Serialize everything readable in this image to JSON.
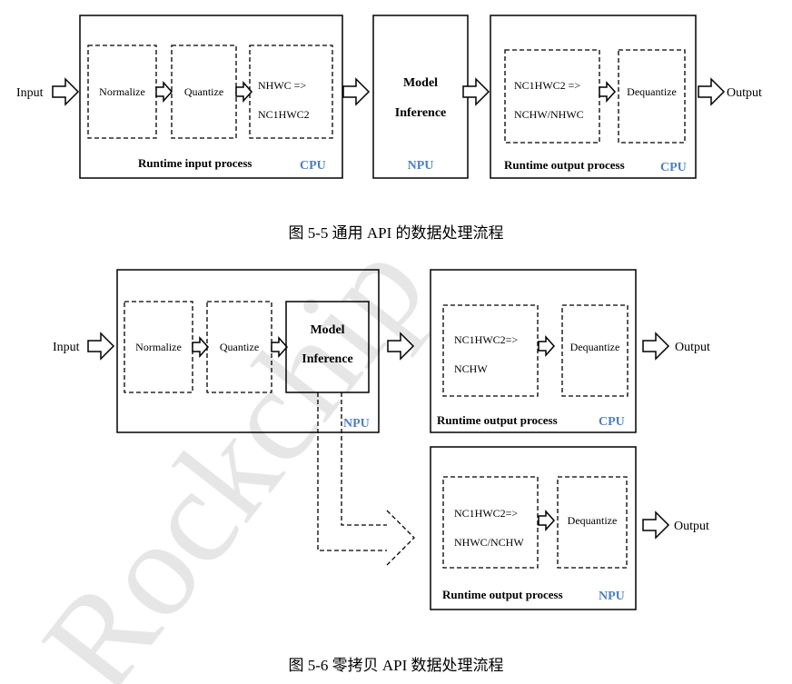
{
  "watermark": "Rockchip",
  "fig1": {
    "input_label": "Input",
    "output_label": "Output",
    "normalize": "Normalize",
    "quantize": "Quantize",
    "convert_line1": "NHWC =>",
    "convert_line2": "NC1HWC2",
    "model_line1": "Model",
    "model_line2": "Inference",
    "npu_label": "NPU",
    "input_process_label": "Runtime input process",
    "input_process_cpu": "CPU",
    "out_convert_line1": "NC1HWC2 =>",
    "out_convert_line2": "NCHW/NHWC",
    "dequantize": "Dequantize",
    "output_process_label": "Runtime output process",
    "output_process_cpu": "CPU",
    "caption": "图 5-5 通用 API 的数据处理流程"
  },
  "fig2": {
    "input_label": "Input",
    "normalize": "Normalize",
    "quantize": "Quantize",
    "model_line1": "Model",
    "model_line2": "Inference",
    "npu_label": "NPU",
    "top_convert_line1": "NC1HWC2=>",
    "top_convert_line2": "NCHW",
    "top_dequantize": "Dequantize",
    "top_output": "Output",
    "top_process_label": "Runtime output process",
    "top_process_cpu": "CPU",
    "bottom_convert_line1": "NC1HWC2=>",
    "bottom_convert_line2": "NHWC/NCHW",
    "bottom_dequantize": "Dequantize",
    "bottom_output": "Output",
    "bottom_process_label": "Runtime output process",
    "bottom_process_npu": "NPU",
    "caption": "图 5-6 零拷贝 API 数据处理流程"
  }
}
